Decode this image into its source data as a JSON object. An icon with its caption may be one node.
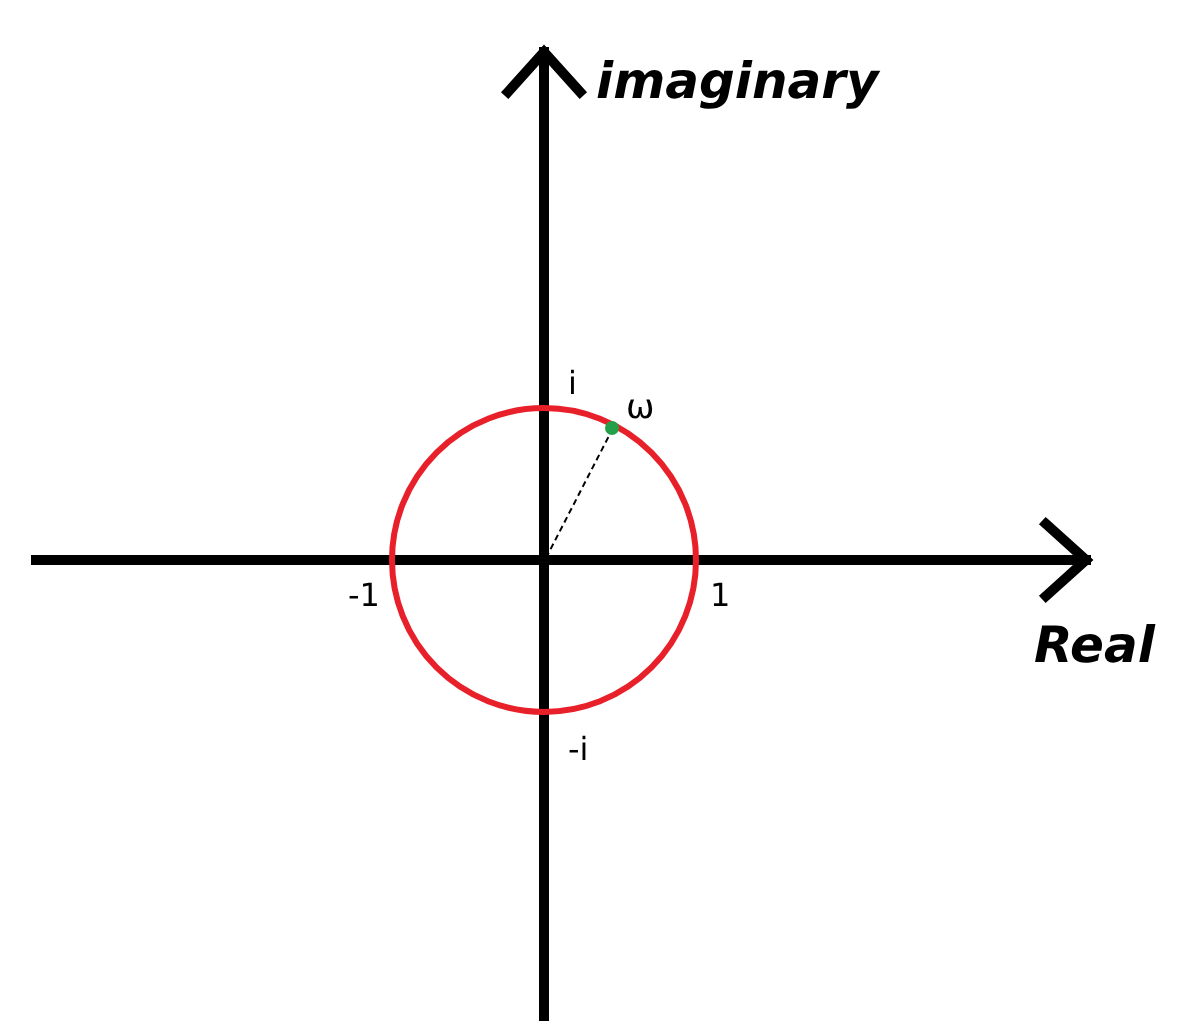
{
  "diagram": {
    "labels": [
      "imaginary",
      "i",
      "ω",
      "-1",
      "1",
      "Real",
      "-i"
    ]
  }
}
